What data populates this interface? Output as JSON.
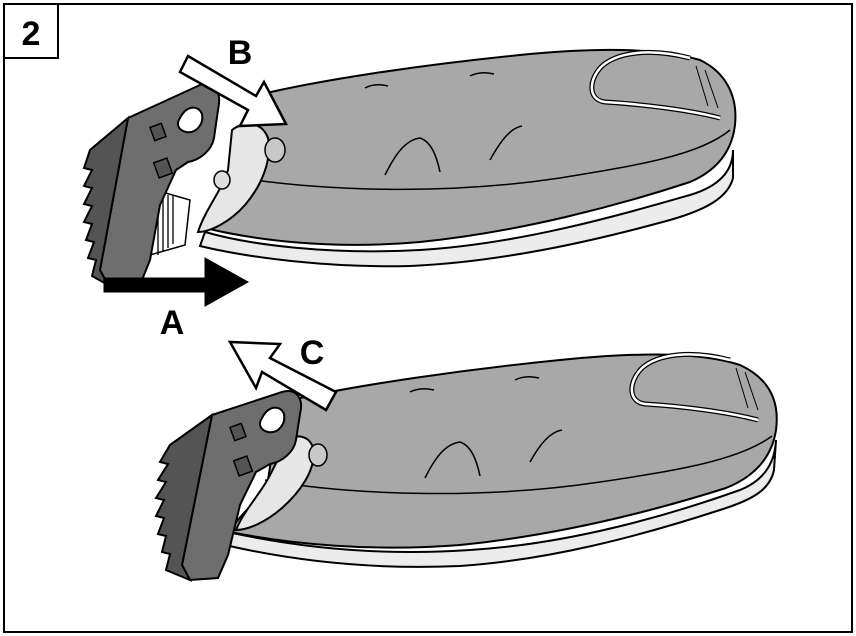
{
  "figure": {
    "step_number": "2",
    "labels": {
      "a": "A",
      "b": "B",
      "c": "C"
    },
    "colors": {
      "body": "#a8a8a8",
      "body_dark": "#8f8f8f",
      "sole": "#ececec",
      "comb": "#6e6e6e",
      "comb_dark": "#545454",
      "outline": "#000000",
      "arrow_solid": "#000000",
      "arrow_hollow": "#ffffff"
    },
    "icons": [
      "hair-clipper-icon",
      "attachment-comb-icon",
      "arrow-icon"
    ]
  }
}
